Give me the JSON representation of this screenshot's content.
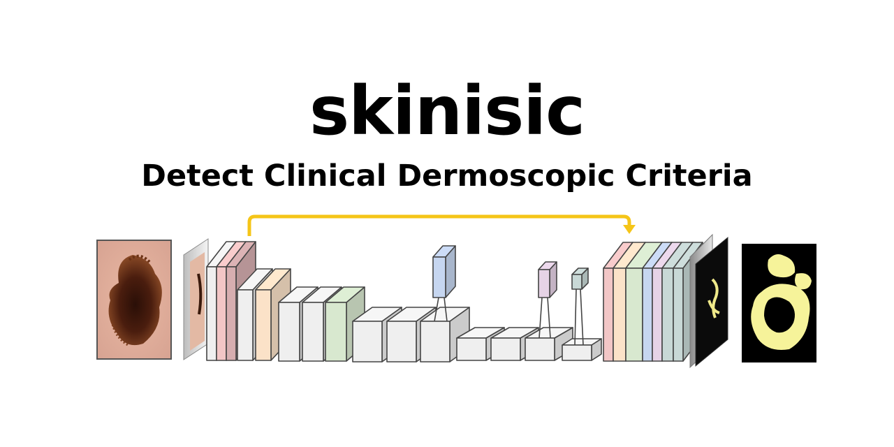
{
  "header": {
    "title": "skinisic",
    "subtitle": "Detect Clinical Dermoscopic Criteria"
  },
  "diagram": {
    "input_image": "dermoscopic-lesion-image",
    "output_image": "segmentation-mask",
    "colors": {
      "block_face": "#efefef",
      "block_stroke": "#444444",
      "skip_arrow": "#f5c518",
      "pink": "#f2c6c6",
      "mauve": "#d6aeb0",
      "peach": "#fbe2c8",
      "green": "#d8e8cf",
      "blue": "#c6d6f0",
      "lavender": "#e6d3e6",
      "grey_green": "#c8d8d6",
      "mask_fg": "#f6f39a",
      "mask_bg": "#000000"
    }
  }
}
